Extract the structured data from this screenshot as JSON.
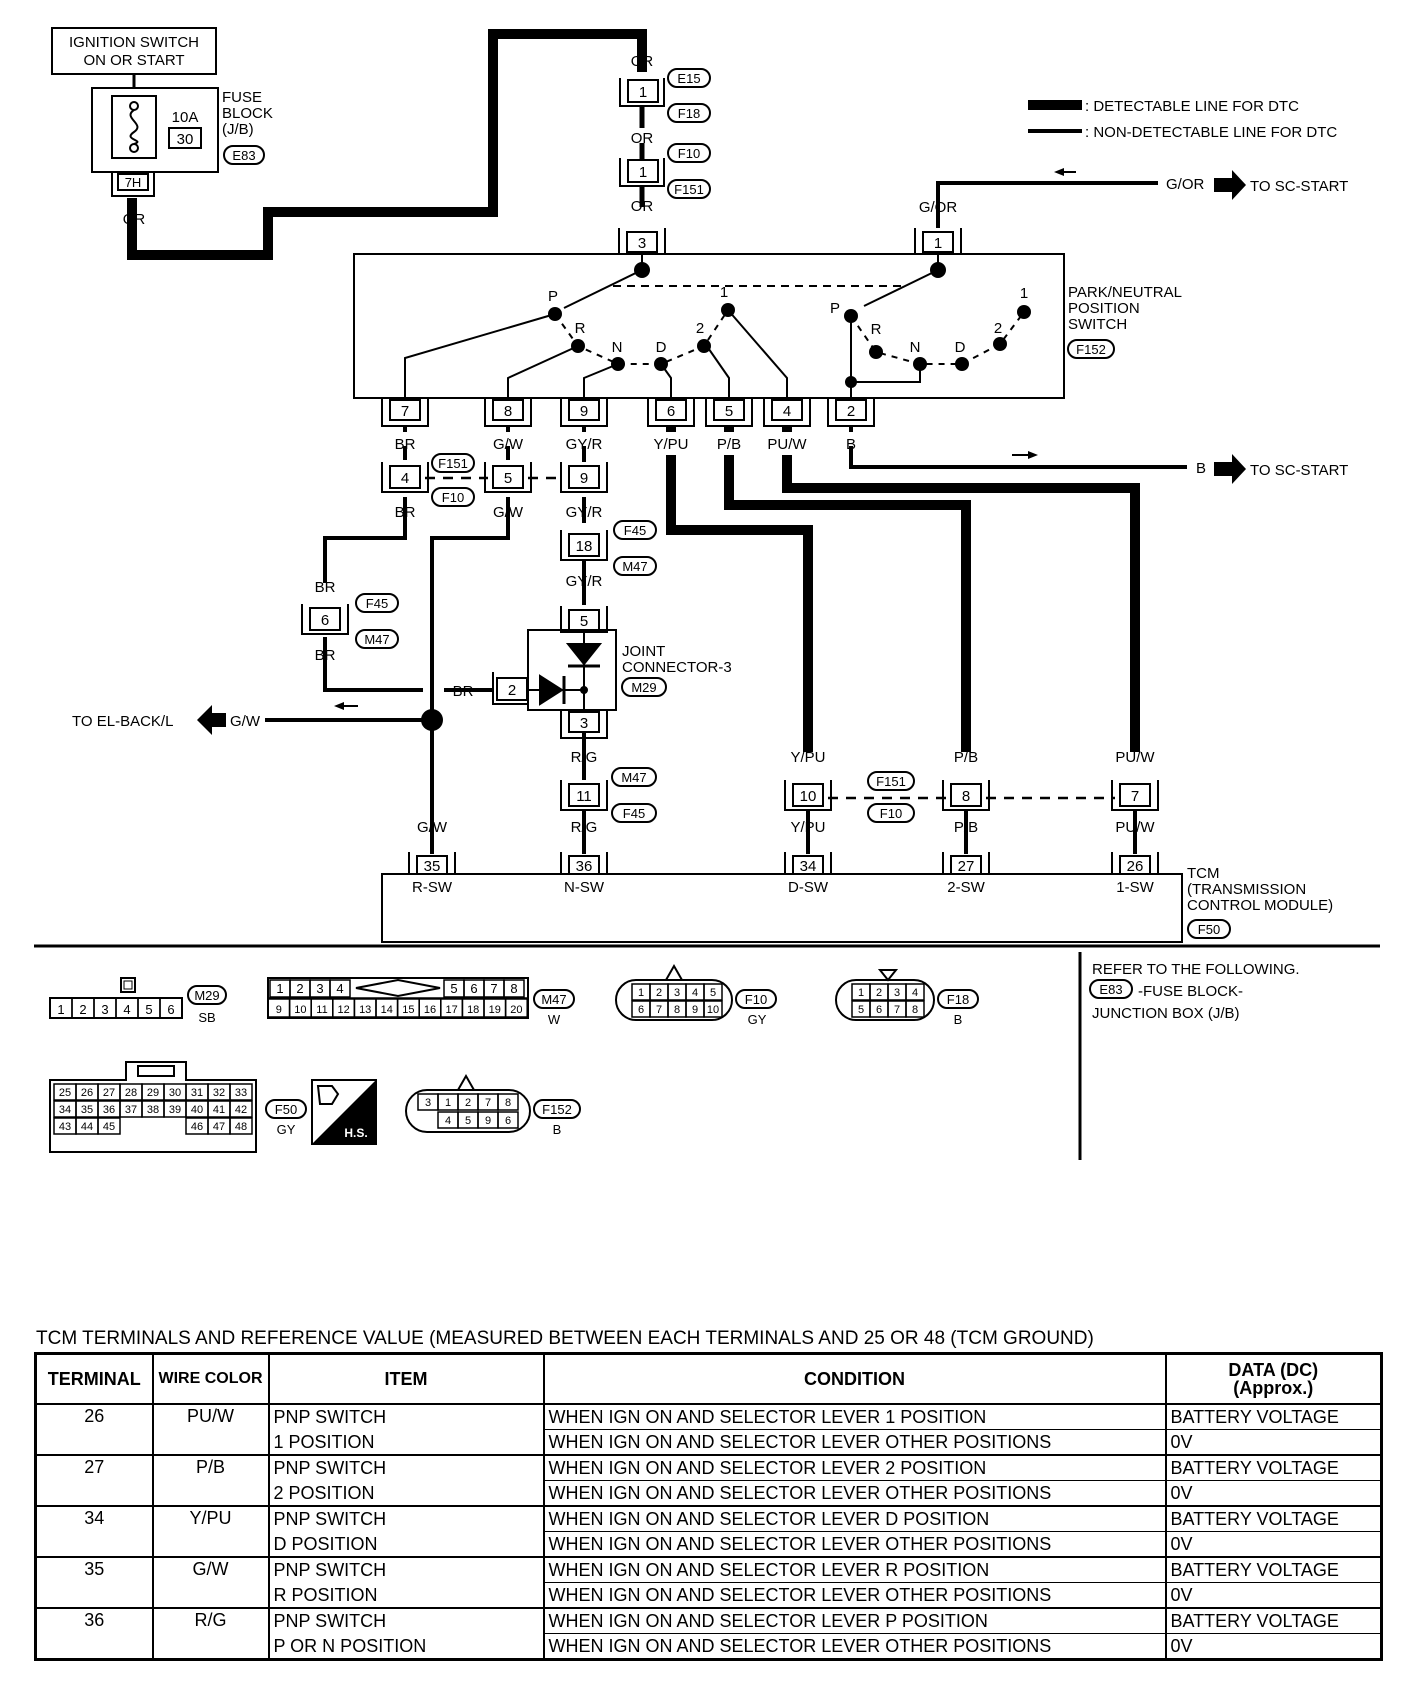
{
  "legend": {
    "detectable": ": DETECTABLE LINE FOR DTC",
    "non_detectable": ": NON-DETECTABLE LINE FOR DTC"
  },
  "ignition": {
    "line1": "IGNITION SWITCH",
    "line2": "ON OR START"
  },
  "fuse": {
    "label_lines": [
      "FUSE",
      "BLOCK",
      "(J/B)"
    ],
    "amperage": "10A",
    "number": "30",
    "connector": "E83",
    "terminal": "7H"
  },
  "wire_colors": {
    "or": "OR",
    "g_or": "G/OR",
    "br": "BR",
    "g_w": "G/W",
    "gy_r": "GY/R",
    "y_pu": "Y/PU",
    "p_b": "P/B",
    "pu_w": "PU/W",
    "b": "B",
    "r_g": "R/G"
  },
  "to_sc_start_top": "G/OR",
  "to_sc_start_text": "TO SC-START",
  "to_sc_start_bottom": "B",
  "to_el_back": {
    "text": "TO EL-BACK/L",
    "wire": "G/W"
  },
  "connectors": {
    "e15": "E15",
    "f18": "F18",
    "f10": "F10",
    "f151": "F151",
    "f45": "F45",
    "m47": "M47",
    "m29": "M29",
    "f152": "F152",
    "f50": "F50",
    "m29_b": "M29"
  },
  "pins": {
    "top1": "1",
    "top2": "1",
    "pnp_in1": "3",
    "pnp_in2": "1",
    "p7": "7",
    "p8": "8",
    "p9": "9",
    "p6": "6",
    "p5": "5",
    "p4": "4",
    "p2": "2",
    "j4": "4",
    "j5": "5",
    "j9": "9",
    "j18": "18",
    "j6": "6",
    "jc5": "5",
    "jc2": "2",
    "jc3": "3",
    "j11": "11",
    "j10": "10",
    "j8": "8",
    "j7": "7",
    "t35": "35",
    "t36": "36",
    "t34": "34",
    "t27": "27",
    "t26": "26"
  },
  "pnp_switch": {
    "label_lines": [
      "PARK/NEUTRAL",
      "POSITION",
      "SWITCH"
    ],
    "positions": [
      "P",
      "R",
      "N",
      "D",
      "2",
      "1"
    ]
  },
  "joint_connector": {
    "line1": "JOINT",
    "line2": "CONNECTOR-3"
  },
  "tcm": {
    "label_lines": [
      "TCM",
      "(TRANSMISSION",
      "CONTROL MODULE)"
    ],
    "terminals": [
      "R-SW",
      "N-SW",
      "D-SW",
      "2-SW",
      "1-SW"
    ]
  },
  "refer": {
    "line1": "REFER TO THE FOLLOWING.",
    "line2": "-FUSE BLOCK-",
    "line3": "JUNCTION BOX (J/B)",
    "connector": "E83"
  },
  "connector_views": {
    "m29_pins": [
      "1",
      "2",
      "3",
      "4",
      "5",
      "6"
    ],
    "m29_color": "SB",
    "m47_top": [
      "1",
      "2",
      "3",
      "4",
      "5",
      "6",
      "7",
      "8"
    ],
    "m47_bottom": [
      "9",
      "10",
      "11",
      "12",
      "13",
      "14",
      "15",
      "16",
      "17",
      "18",
      "19",
      "20"
    ],
    "m47_color": "W",
    "f10_top": [
      "1",
      "2",
      "3",
      "4",
      "5"
    ],
    "f10_bottom": [
      "6",
      "7",
      "8",
      "9",
      "10"
    ],
    "f10_color": "GY",
    "f18_top": [
      "1",
      "2",
      "3",
      "4"
    ],
    "f18_bottom": [
      "5",
      "6",
      "7",
      "8"
    ],
    "f18_color": "B",
    "f50_row1": [
      "25",
      "26",
      "27",
      "28",
      "29",
      "30",
      "31",
      "32",
      "33"
    ],
    "f50_row2": [
      "34",
      "35",
      "36",
      "37",
      "38",
      "39",
      "40",
      "41",
      "42"
    ],
    "f50_row3a": [
      "43",
      "44",
      "45"
    ],
    "f50_row3b": [
      "46",
      "47",
      "48"
    ],
    "f50_color": "GY",
    "hs_label": "H.S.",
    "f152_top": [
      "3",
      "1",
      "2",
      "7",
      "8"
    ],
    "f152_bottom": [
      "4",
      "5",
      "9",
      "6"
    ],
    "f152_color": "B"
  },
  "table": {
    "title": "TCM TERMINALS AND REFERENCE VALUE (MEASURED BETWEEN EACH TERMINALS AND 25 OR 48 (TCM GROUND)",
    "headers": {
      "terminal": "TERMINAL",
      "wire_color": "WIRE COLOR",
      "item": "ITEM",
      "condition": "CONDITION",
      "data1": "DATA (DC)",
      "data2": "(Approx.)"
    },
    "rows": [
      {
        "terminal": "26",
        "wire": "PU/W",
        "item1": "PNP SWITCH",
        "item2": "1 POSITION",
        "cond1": "WHEN IGN ON AND SELECTOR LEVER 1 POSITION",
        "data1": "BATTERY VOLTAGE",
        "cond2": "WHEN IGN ON AND SELECTOR LEVER OTHER POSITIONS",
        "data2": "0V"
      },
      {
        "terminal": "27",
        "wire": "P/B",
        "item1": "PNP SWITCH",
        "item2": "2 POSITION",
        "cond1": "WHEN IGN ON AND SELECTOR LEVER 2 POSITION",
        "data1": "BATTERY VOLTAGE",
        "cond2": "WHEN IGN ON AND SELECTOR LEVER OTHER POSITIONS",
        "data2": "0V"
      },
      {
        "terminal": "34",
        "wire": "Y/PU",
        "item1": "PNP SWITCH",
        "item2": "D POSITION",
        "cond1": "WHEN IGN ON AND SELECTOR LEVER D POSITION",
        "data1": "BATTERY VOLTAGE",
        "cond2": "WHEN IGN ON AND SELECTOR LEVER OTHER POSITIONS",
        "data2": "0V"
      },
      {
        "terminal": "35",
        "wire": "G/W",
        "item1": "PNP SWITCH",
        "item2": "R POSITION",
        "cond1": "WHEN IGN ON AND SELECTOR LEVER R POSITION",
        "data1": "BATTERY VOLTAGE",
        "cond2": "WHEN IGN ON AND SELECTOR LEVER OTHER POSITIONS",
        "data2": "0V"
      },
      {
        "terminal": "36",
        "wire": "R/G",
        "item1": "PNP SWITCH",
        "item2": "P OR N POSITION",
        "cond1": "WHEN IGN ON AND SELECTOR LEVER P POSITION",
        "data1": "BATTERY VOLTAGE",
        "cond2": "WHEN IGN ON AND SELECTOR LEVER OTHER POSITIONS",
        "data2": "0V"
      }
    ]
  }
}
